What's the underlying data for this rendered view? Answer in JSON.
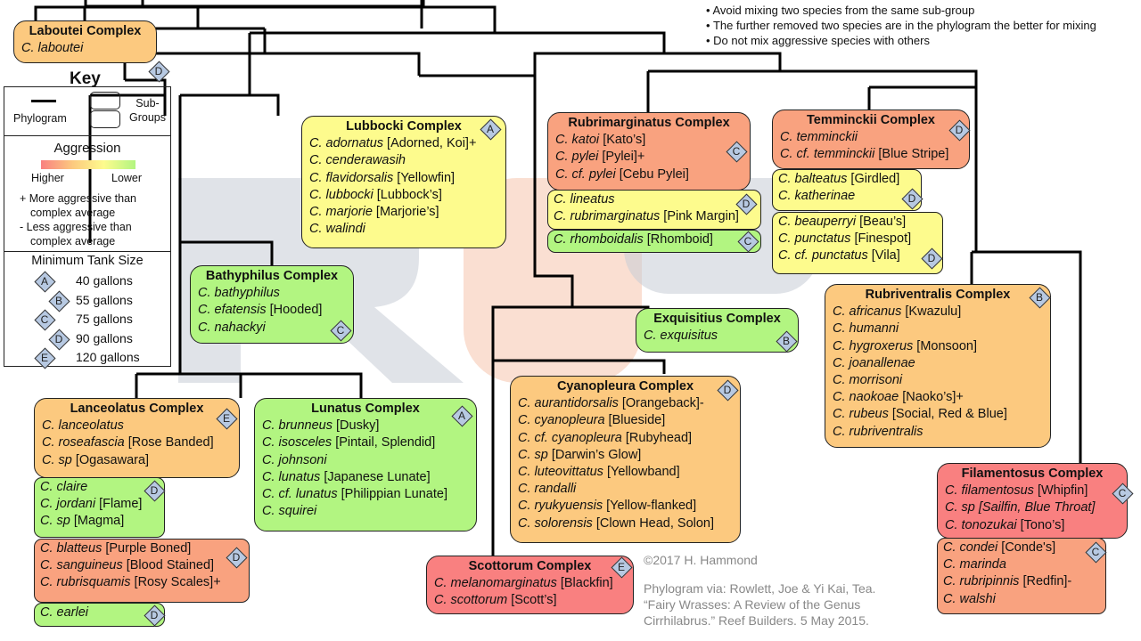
{
  "notes": [
    "Avoid mixing two species from the same sub-group",
    "The further removed two species are in the phylogram the better for mixing",
    "Do not mix aggressive species with others"
  ],
  "key": {
    "title": "Key",
    "phylogram_label": "Phylogram",
    "subgroups_label": "Sub-\nGroups",
    "aggression_title": "Aggression",
    "aggression_high": "Higher",
    "aggression_low": "Lower",
    "aggression_colors": [
      "#f98080",
      "#fcc97f",
      "#fdfb8d",
      "#b2f581"
    ],
    "plus_note_1": "+ More aggressive  than",
    "plus_note_2": "complex average",
    "minus_note_1": "-  Less aggressive  than",
    "minus_note_2": "complex average",
    "tank_title": "Minimum Tank Size",
    "tank_sizes": [
      {
        "letter": "A",
        "label": "40 gallons"
      },
      {
        "letter": "B",
        "label": "55 gallons"
      },
      {
        "letter": "C",
        "label": "75 gallons"
      },
      {
        "letter": "D",
        "label": "90 gallons"
      },
      {
        "letter": "E",
        "label": "120 gallons"
      }
    ]
  },
  "complexes": {
    "laboutei": {
      "title": "Laboutei Complex",
      "tank": "D",
      "species": [
        [
          "C. laboutei",
          ""
        ]
      ]
    },
    "lubbocki": {
      "title": "Lubbocki Complex",
      "tank": "A",
      "species": [
        [
          "C. adornatus",
          " [Adorned, Koi]+"
        ],
        [
          "C. cenderawasih",
          ""
        ],
        [
          "C. flavidorsalis",
          " [Yellowfin]"
        ],
        [
          "C. lubbocki",
          " [Lubbock’s]"
        ],
        [
          "C. marjorie",
          " [Marjorie’s]"
        ],
        [
          "C. walindi",
          ""
        ]
      ]
    },
    "bathyphilus": {
      "title": "Bathyphilus Complex",
      "tank": "C",
      "species": [
        [
          "C. bathyphilus",
          ""
        ],
        [
          "C. efatensis",
          " [Hooded]"
        ],
        [
          "C. nahackyi",
          ""
        ]
      ]
    },
    "rubrimarginatus": {
      "title": "Rubrimarginatus Complex",
      "tank": "C",
      "species": [
        [
          "C. katoi",
          " [Kato’s]"
        ],
        [
          "C. pylei",
          " [Pylei]+"
        ],
        [
          "C. cf. pylei",
          " [Cebu Pylei]"
        ]
      ]
    },
    "rubrimarginatus_sub1": {
      "tank": "D",
      "species": [
        [
          "C. lineatus",
          ""
        ],
        [
          "C. rubrimarginatus",
          " [Pink Margin]"
        ]
      ]
    },
    "rubrimarginatus_sub2": {
      "tank": "C",
      "species": [
        [
          "C. rhomboidalis",
          " [Rhomboid]"
        ]
      ]
    },
    "temminckii": {
      "title": "Temminckii Complex",
      "tank": "D",
      "species": [
        [
          "C. temminckii",
          ""
        ],
        [
          "C. cf. temminckii",
          " [Blue Stripe]"
        ]
      ]
    },
    "temminckii_sub1": {
      "tank": "D",
      "species": [
        [
          "C. balteatus",
          " [Girdled]"
        ],
        [
          "C. katherinae",
          ""
        ]
      ]
    },
    "temminckii_sub2": {
      "tank": "D",
      "species": [
        [
          "C. beauperryi",
          " [Beau’s]"
        ],
        [
          "C. punctatus",
          " [Finespot]"
        ],
        [
          "C. cf. punctatus",
          " [Vila]"
        ]
      ]
    },
    "exquisitius": {
      "title": "Exquisitius Complex",
      "tank": "B",
      "species": [
        [
          "C. exquisitus",
          ""
        ]
      ]
    },
    "rubriventralis": {
      "title": "Rubriventralis Complex",
      "tank": "B",
      "species": [
        [
          "C. africanus",
          " [Kwazulu]"
        ],
        [
          "C. humanni",
          ""
        ],
        [
          "C. hygroxerus",
          " [Monsoon]"
        ],
        [
          "C. joanallenae",
          ""
        ],
        [
          "C. morrisoni",
          ""
        ],
        [
          "C. naokoae",
          " [Naoko’s]+"
        ],
        [
          "C. rubeus",
          " [Social, Red & Blue]"
        ],
        [
          "C. rubriventralis",
          ""
        ]
      ]
    },
    "lanceolatus": {
      "title": "Lanceolatus Complex",
      "tank": "E",
      "species": [
        [
          "C. lanceolatus",
          ""
        ],
        [
          "C. roseafascia",
          " [Rose Banded]"
        ],
        [
          "C. sp",
          " [Ogasawara]"
        ]
      ]
    },
    "lanceolatus_sub1": {
      "tank": "D",
      "species": [
        [
          "C. claire",
          ""
        ],
        [
          "C. jordani",
          " [Flame]"
        ],
        [
          "C. sp",
          " [Magma]"
        ]
      ]
    },
    "lanceolatus_sub2": {
      "tank": "D",
      "species": [
        [
          "C. blatteus",
          " [Purple Boned]"
        ],
        [
          "C. sanguineus",
          " [Blood Stained]"
        ],
        [
          "C. rubrisquamis",
          " [Rosy Scales]+"
        ]
      ]
    },
    "lanceolatus_sub3": {
      "tank": "D",
      "species": [
        [
          "C. earlei",
          ""
        ]
      ]
    },
    "lunatus": {
      "title": "Lunatus Complex",
      "tank": "A",
      "species": [
        [
          "C. brunneus",
          " [Dusky]"
        ],
        [
          "C. isosceles",
          " [Pintail, Splendid]"
        ],
        [
          "C. johnsoni",
          ""
        ],
        [
          "C. lunatus",
          " [Japanese Lunate]"
        ],
        [
          "C. cf. lunatus",
          " [Philippian Lunate]"
        ],
        [
          "C. squirei",
          ""
        ]
      ]
    },
    "cyanopleura": {
      "title": "Cyanopleura Complex",
      "tank": "D",
      "species": [
        [
          "C. aurantidorsalis",
          " [Orangeback]-"
        ],
        [
          "C. cyanopleura",
          " [Blueside]"
        ],
        [
          "C. cf. cyanopleura",
          " [Rubyhead]"
        ],
        [
          "C. sp",
          " [Darwin’s Glow]"
        ],
        [
          "C. luteovittatus",
          " [Yellowband]"
        ],
        [
          "C. randalli",
          ""
        ],
        [
          "C. ryukyuensis",
          " [Yellow-flanked]"
        ],
        [
          "C. solorensis",
          " [Clown Head, Solon]"
        ]
      ]
    },
    "scottorum": {
      "title": "Scottorum Complex",
      "tank": "E",
      "species": [
        [
          "C. melanomarginatus",
          " [Blackfin]"
        ],
        [
          "C. scottorum",
          " [Scott’s]"
        ]
      ]
    },
    "filamentosus": {
      "title": "Filamentosus Complex",
      "tank": "C",
      "species": [
        [
          "C. filamentosus",
          " [Whipfin]"
        ],
        [
          "C. sp [Sailfin, Blue Throat]",
          ""
        ],
        [
          "C. tonozukai",
          " [Tono’s]"
        ]
      ]
    },
    "filamentosus_sub1": {
      "tank": "C",
      "species": [
        [
          "C. condei",
          " [Conde's]"
        ],
        [
          "C. marinda",
          ""
        ],
        [
          "C. rubripinnis",
          " [Redfin]-"
        ],
        [
          "C. walshi",
          ""
        ]
      ]
    }
  },
  "credits": {
    "copyright": "©2017 H. Hammond",
    "source_1": "Phylogram via: Rowlett,  Joe &  Yi Kai, Tea.",
    "source_2": "“Fairy Wrasses: A Review of the Genus",
    "source_3": "Cirrhilabrus.”  Reef Builders. 5 May 2015."
  }
}
